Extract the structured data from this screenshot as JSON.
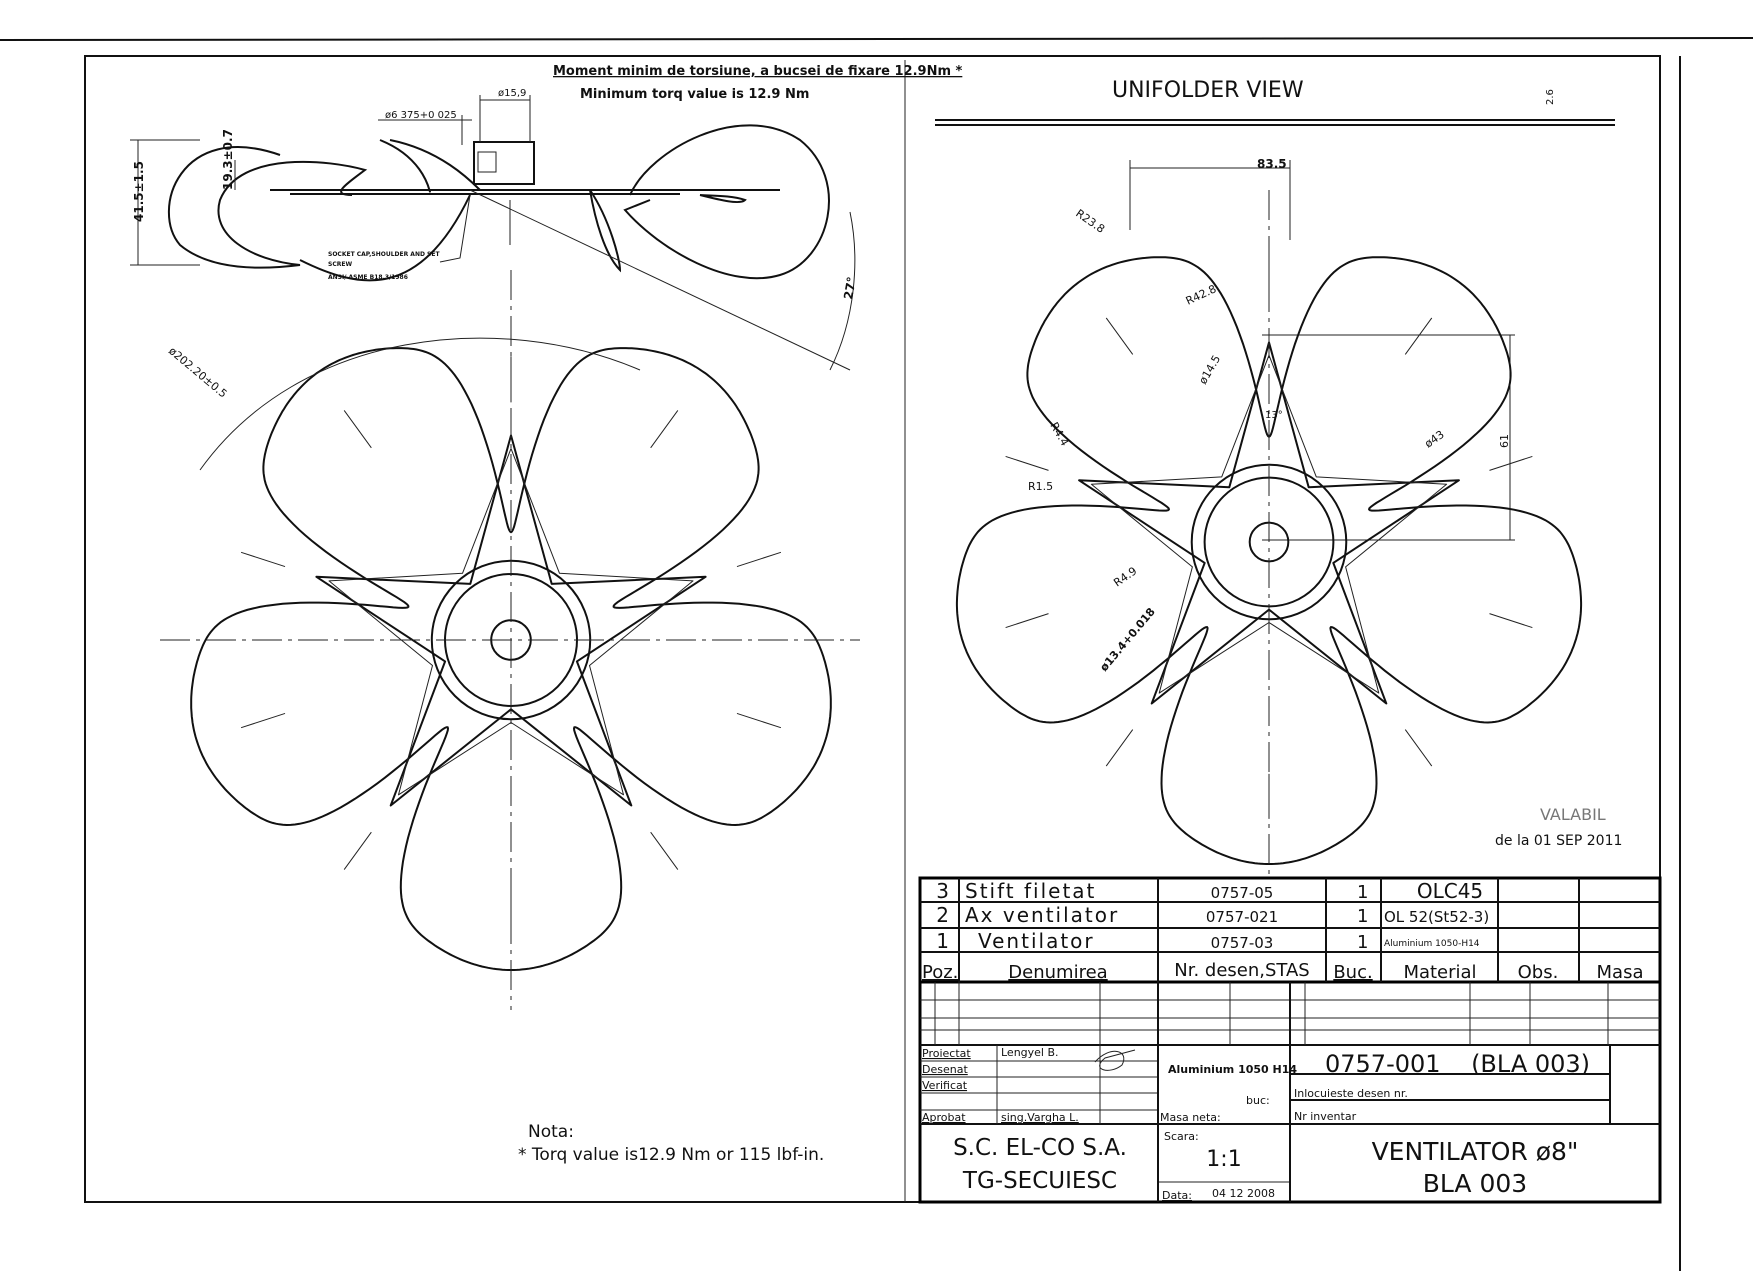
{
  "notes_top": {
    "line1": "Moment minim de torsiune, a bucsei de fixare  12.9Nm *",
    "line2": "Minimum torq value is  12.9 Nm"
  },
  "side_view": {
    "dim_bore": "ø15,9",
    "dim_shaft": "ø6 375+0 025",
    "dim_height": "41.5±1.5",
    "dim_blade": "19.3±0.7",
    "dim_angle": "27°",
    "screw_note_1": "SOCKET CAP,SHOULDER AND SET",
    "screw_note_2": "SCREW",
    "screw_note_3": "ANSI/ ASME B18.3/1986"
  },
  "front_view": {
    "dim_diameter": "ø202.20±0.5"
  },
  "unifolder": {
    "title": "UNIFOLDER  VIEW",
    "dim_thickness": "2.6",
    "dim_width": "83.5",
    "dim_r1": "R23.8",
    "dim_r2": "R42.8",
    "dim_d1": "ø14.5",
    "dim_angle": "13°",
    "dim_d2": "ø43",
    "dim_61": "61",
    "dim_r44": "R4.4",
    "dim_r15": "R1.5",
    "dim_r49": "R4.9",
    "dim_bore": "ø13.4+0.018"
  },
  "stamp": {
    "line1": "VALABIL",
    "line2": "de la 01 SEP 2011"
  },
  "note": {
    "title": "Nota:",
    "text": "* Torq value is12.9 Nm or 115 lbf-in."
  },
  "parts_list": {
    "rows": [
      {
        "poz": "3",
        "name": "Stift filetat",
        "drawing": "0757-05",
        "qty": "1",
        "material": "OLC45"
      },
      {
        "poz": "2",
        "name": "Ax ventilator",
        "drawing": "0757-021",
        "qty": "1",
        "material": "OL 52(St52-3)"
      },
      {
        "poz": "1",
        "name": "Ventilator",
        "drawing": "0757-03",
        "qty": "1",
        "material": "Aluminium 1050-H14"
      }
    ],
    "headers": {
      "poz": "Poz.",
      "name": "Denumirea",
      "drawing": "Nr. desen,STAS",
      "qty": "Buc.",
      "material": "Material",
      "obs": "Obs.",
      "mass": "Masa"
    }
  },
  "title_block": {
    "proiectat": "Proiectat",
    "proiectat_name": "Lengyel B.",
    "desenat": "Desenat",
    "verificat": "Verificat",
    "aprobat": "Aprobat",
    "aprobat_name": "sing.Vargha L.",
    "material": "Aluminium 1050 H14",
    "buc": "buc:",
    "masa_neta": "Masa neta:",
    "drawing_number": "0757-001    (BLA 003)",
    "replaces": "Inlocuieste desen nr.",
    "inventory": "Nr inventar",
    "company_1": "S.C. EL-CO S.A.",
    "company_2": "TG-SECUIESC",
    "scale_label": "Scara:",
    "scale": "1:1",
    "date_label": "Data:",
    "date": "04 12 2008",
    "title_1": "VENTILATOR  ø8\"",
    "title_2": "BLA 003"
  }
}
